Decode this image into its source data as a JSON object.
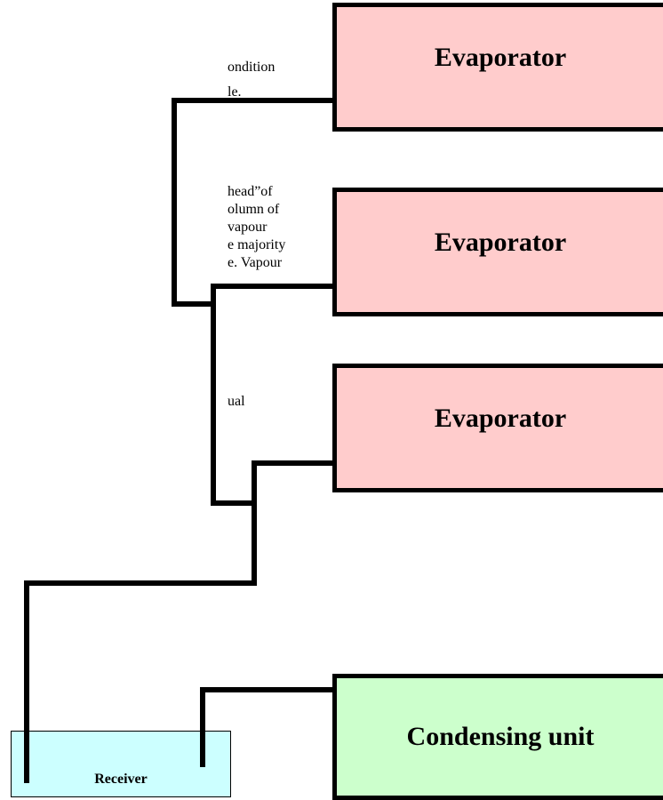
{
  "text_fragments": [
    "ondition",
    "le.",
    "head”of",
    "olumn of",
    "vapour",
    "e majority",
    "e. Vapour",
    "ual"
  ],
  "evaporators": [
    {
      "label": "Evaporator"
    },
    {
      "label": "Evaporator"
    },
    {
      "label": "Evaporator"
    }
  ],
  "condensing_unit": {
    "label": "Condensing unit"
  },
  "receiver": {
    "label": "Receiver"
  },
  "colors": {
    "evaporator_fill": "#ffcccc",
    "condensing_fill": "#ccffcc",
    "receiver_fill": "#ccffff",
    "valve_fill": "#1abc8c",
    "pipe": "#000000"
  }
}
